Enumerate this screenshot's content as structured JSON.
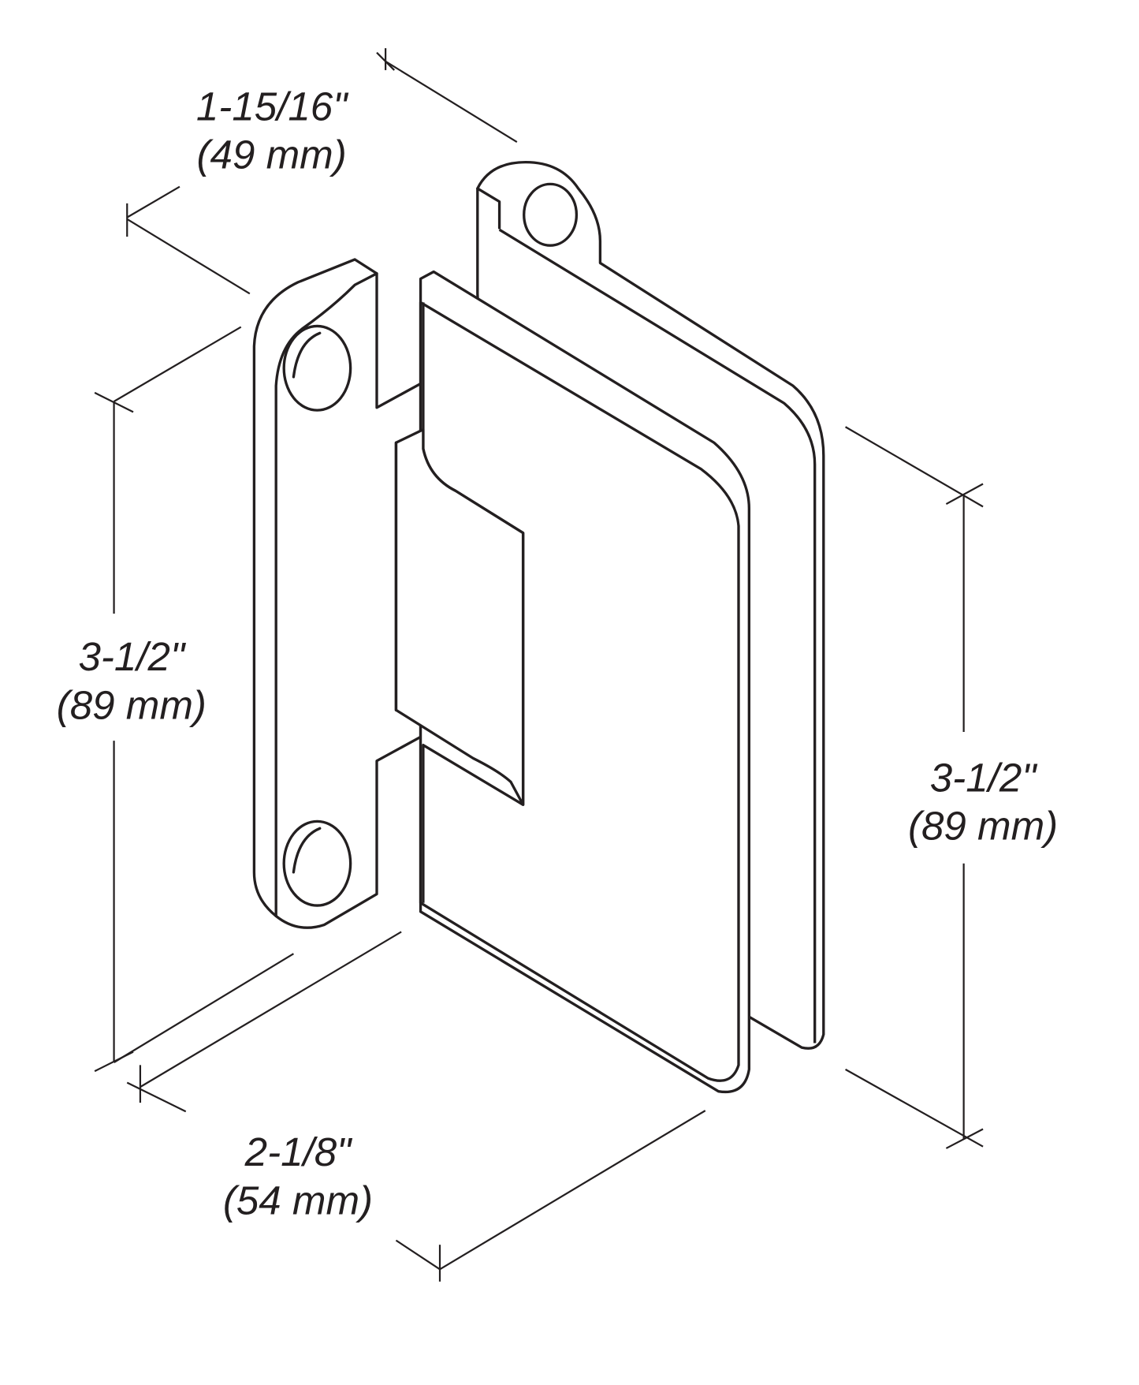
{
  "dimensions": {
    "depth": {
      "imperial": "1-15/16\"",
      "metric": "(49 mm)"
    },
    "height_left": {
      "imperial": "3-1/2\"",
      "metric": "(89 mm)"
    },
    "height_right": {
      "imperial": "3-1/2\"",
      "metric": "(89 mm)"
    },
    "width": {
      "imperial": "2-1/8\"",
      "metric": "(54 mm)"
    }
  }
}
